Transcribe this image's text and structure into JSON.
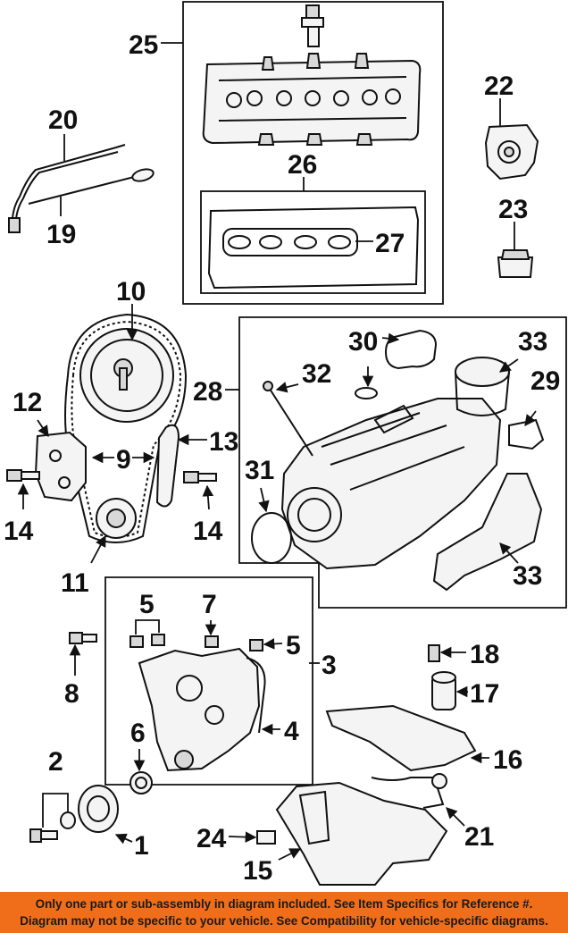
{
  "diagram": {
    "callouts": {
      "c1": "1",
      "c2": "2",
      "c3": "3",
      "c4": "4",
      "c5a": "5",
      "c5b": "5",
      "c6": "6",
      "c7": "7",
      "c8": "8",
      "c9": "9",
      "c10": "10",
      "c11": "11",
      "c12": "12",
      "c13": "13",
      "c14a": "14",
      "c14b": "14",
      "c15": "15",
      "c16": "16",
      "c17": "17",
      "c18": "18",
      "c19": "19",
      "c20": "20",
      "c21": "21",
      "c22": "22",
      "c23": "23",
      "c24": "24",
      "c25": "25",
      "c26": "26",
      "c27": "27",
      "c28": "28",
      "c29": "29",
      "c30": "30",
      "c31": "31",
      "c32": "32",
      "c33a": "33",
      "c33b": "33"
    }
  },
  "notice": {
    "line1": "Only one part or sub-assembly in diagram included. See Item Specifics for Reference #.",
    "line2": "Diagram may not be specific to your vehicle. See Compatibility for vehicle-specific diagrams."
  },
  "colors": {
    "notice_background": "#f06e1a",
    "line_art": "#111111"
  }
}
